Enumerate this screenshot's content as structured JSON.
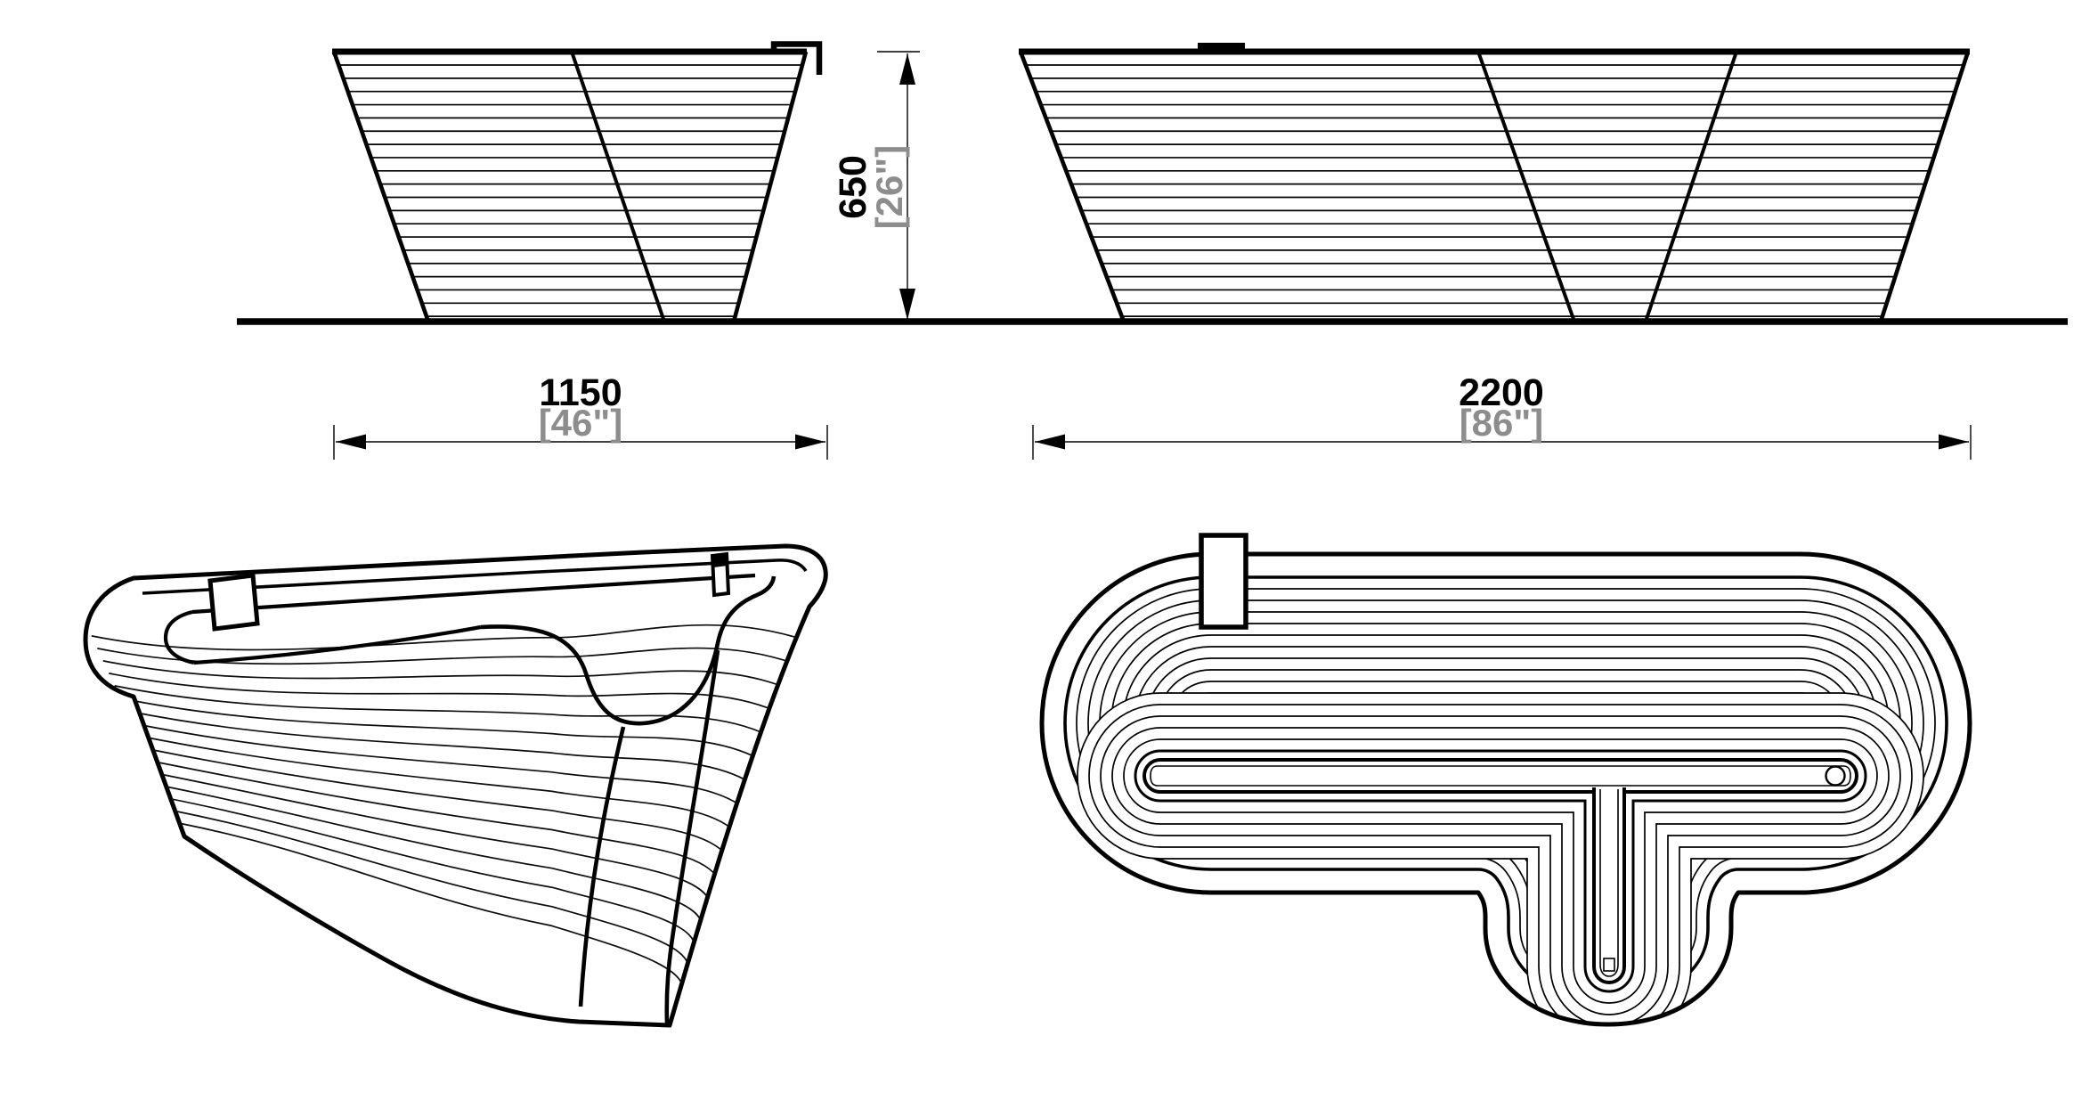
{
  "page": {
    "background": "#ffffff"
  },
  "drawing": {
    "dim_height": {
      "mm": "650",
      "inches": "[26\"]"
    },
    "dim_width_left": {
      "mm": "1150",
      "inches": "[46\"]"
    },
    "dim_width_right": {
      "mm": "2200",
      "inches": "[86\"]"
    },
    "colors": {
      "ink": "#000000",
      "secondary_text": "#8d8d8d",
      "background": "#ffffff"
    }
  }
}
